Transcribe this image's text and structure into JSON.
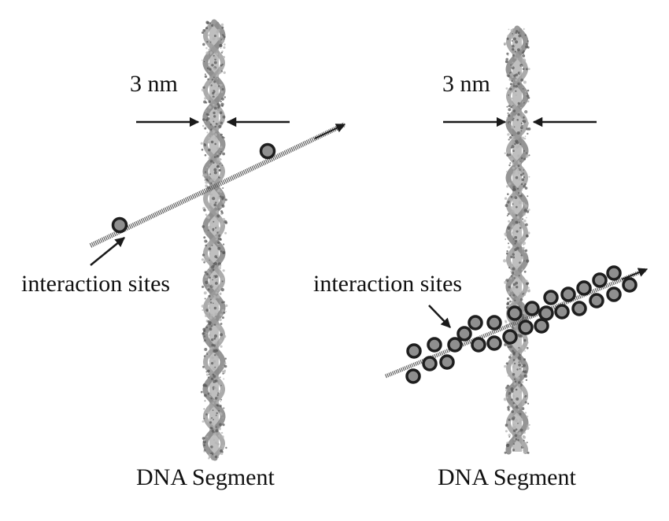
{
  "panels": [
    {
      "width_label": "3 nm",
      "sites_label": "interaction sites",
      "segment_label": "DNA Segment"
    },
    {
      "width_label": "3 nm",
      "sites_label": "interaction sites",
      "segment_label": "DNA Segment"
    }
  ],
  "colors": {
    "dna": "#8a8a8a",
    "track": "#6a6a6a",
    "site_fill": "#8f8f8f",
    "site_ring": "#1e1e1e",
    "arrow": "#1a1a1a"
  },
  "icons": [
    "dna-helix-icon",
    "interaction-site-icon",
    "trajectory-arrow-icon"
  ]
}
